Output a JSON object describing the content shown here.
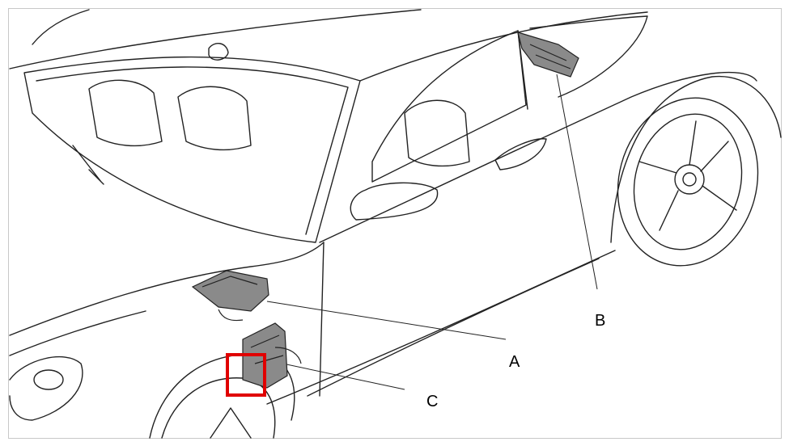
{
  "callouts": {
    "a": "A",
    "b": "B",
    "c": "C"
  },
  "colors": {
    "line": "#222222",
    "frame": "#c8c8c8",
    "highlight": "#e00000",
    "component_fill": "#8a8a8a"
  },
  "icons": {
    "highlight_box": "highlight-rectangle"
  }
}
